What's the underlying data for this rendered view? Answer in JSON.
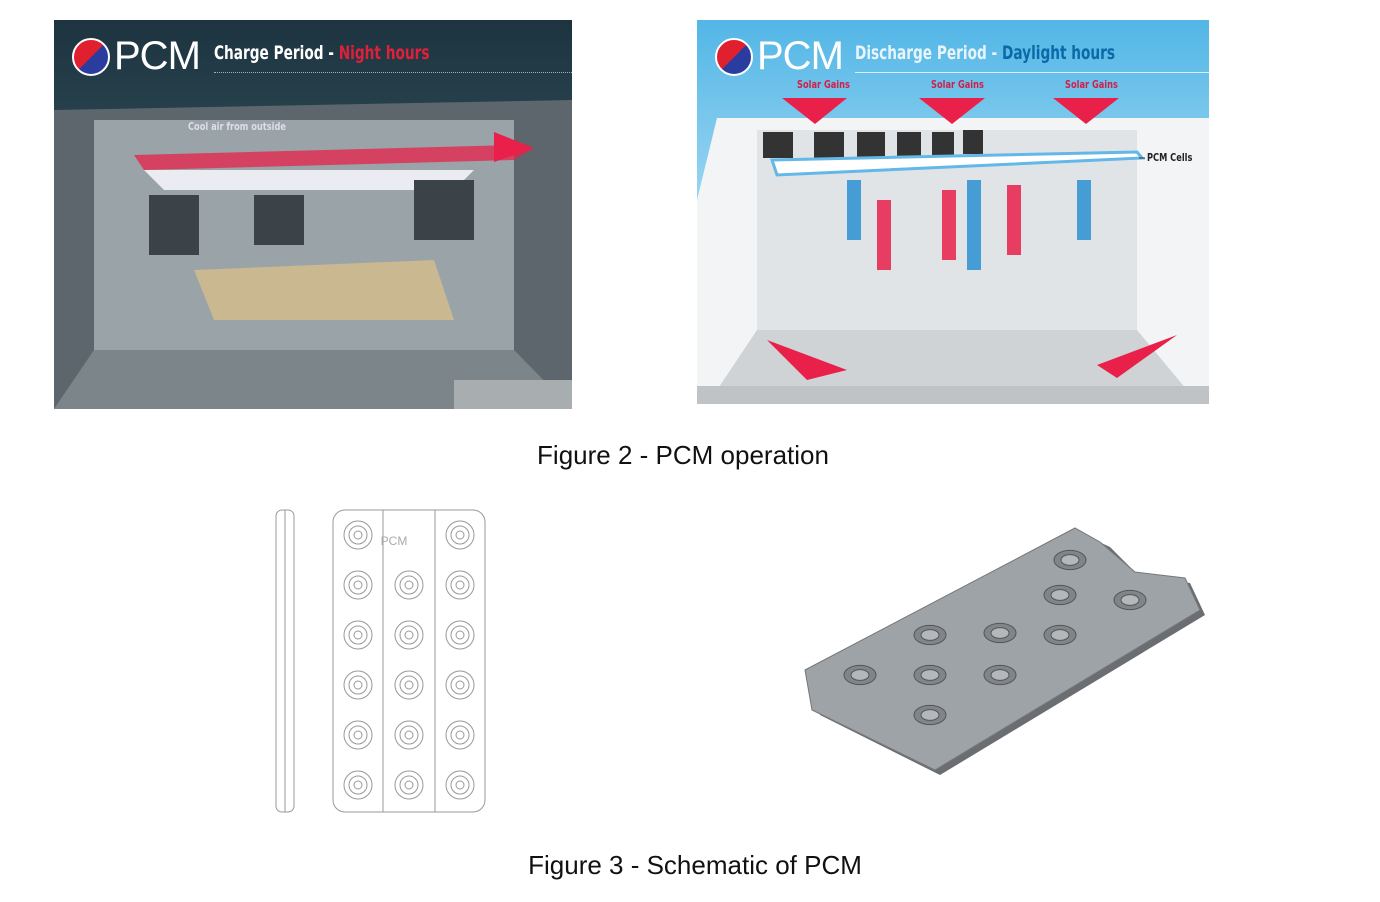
{
  "figure2": {
    "left": {
      "logo": "PCM",
      "title_prefix": "Charge Period - ",
      "title_highlight": "Night hours",
      "annotation": "Cool air from outside"
    },
    "right": {
      "logo": "PCM",
      "title_prefix": "Discharge Period - ",
      "title_highlight": "Daylight hours",
      "solar_gains": [
        "Solar Gains",
        "Solar Gains",
        "Solar Gains"
      ],
      "annotation": "PCM Cells"
    },
    "caption": "Figure 2 - PCM operation"
  },
  "figure3": {
    "panel_label": "PCM",
    "caption": "Figure 3 - Schematic of PCM"
  },
  "colors": {
    "night": "#e0203a",
    "day": "#0a6aa8",
    "arrow": "#e8204a"
  }
}
